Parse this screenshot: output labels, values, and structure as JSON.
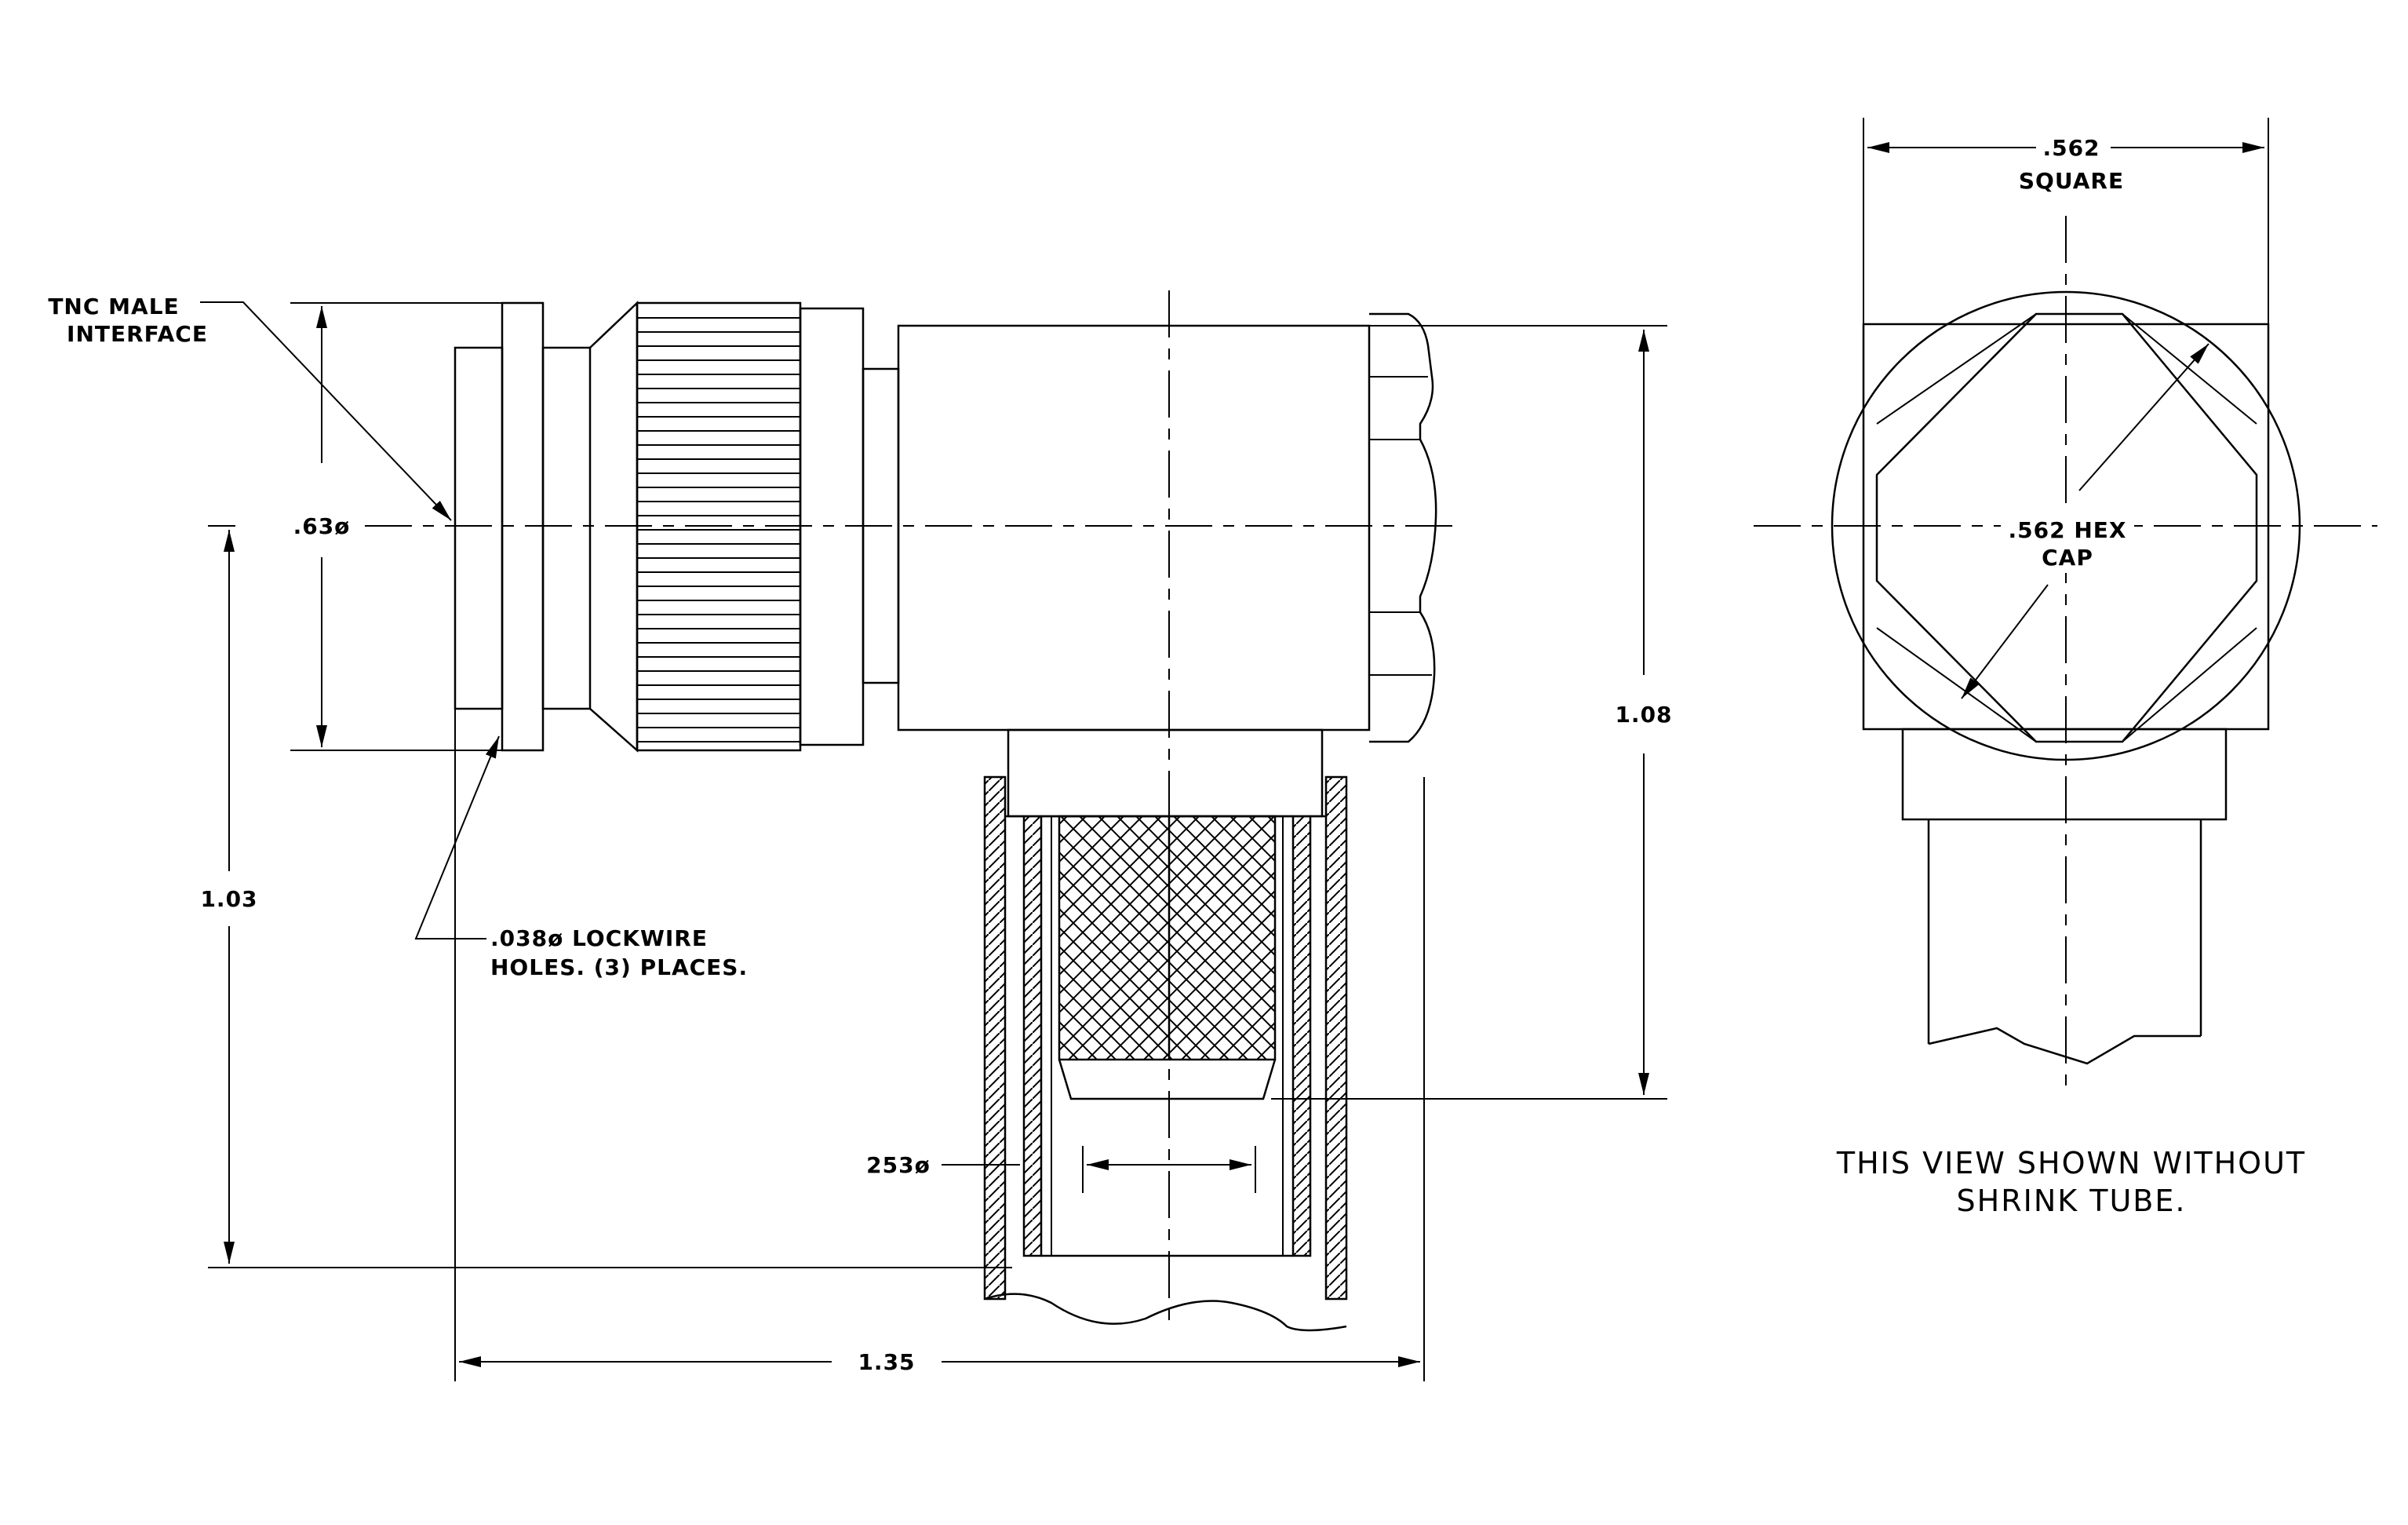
{
  "labels": {
    "tnc_line1": "TNC MALE",
    "tnc_line2": "INTERFACE",
    "dia_063": ".63ø",
    "dim_103": "1.03",
    "lockwire_line1": ".038ø LOCKWIRE",
    "lockwire_line2": "HOLES. (3) PLACES.",
    "dim_253": "253ø",
    "dim_135": "1.35",
    "dim_108": "1.08",
    "square_val": ".562",
    "square_word": "SQUARE",
    "hex_line1": ".562 HEX",
    "hex_line2": "CAP",
    "note_line1": "THIS VIEW SHOWN WITHOUT",
    "note_line2": "SHRINK TUBE."
  }
}
